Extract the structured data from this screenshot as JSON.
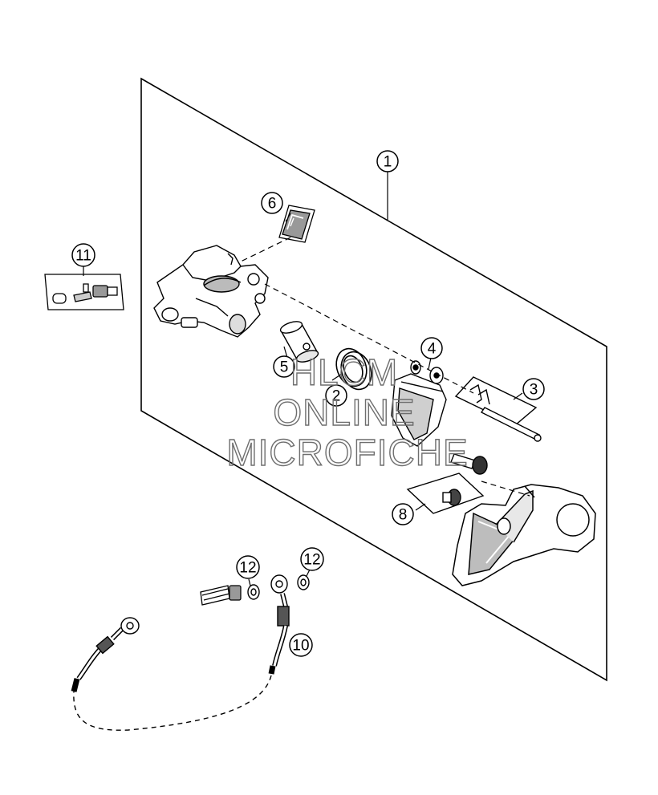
{
  "callouts": [
    {
      "id": "1",
      "label": "1"
    },
    {
      "id": "2",
      "label": "2"
    },
    {
      "id": "3",
      "label": "3"
    },
    {
      "id": "4",
      "label": "4"
    },
    {
      "id": "5",
      "label": "5"
    },
    {
      "id": "6",
      "label": "6"
    },
    {
      "id": "8",
      "label": "8"
    },
    {
      "id": "10",
      "label": "10"
    },
    {
      "id": "11",
      "label": "11"
    },
    {
      "id": "12a",
      "label": "12"
    },
    {
      "id": "12b",
      "label": "12"
    }
  ],
  "watermark": {
    "line1": "HLCM",
    "line2": "ONLINE",
    "line3": "MICROFICHE"
  }
}
